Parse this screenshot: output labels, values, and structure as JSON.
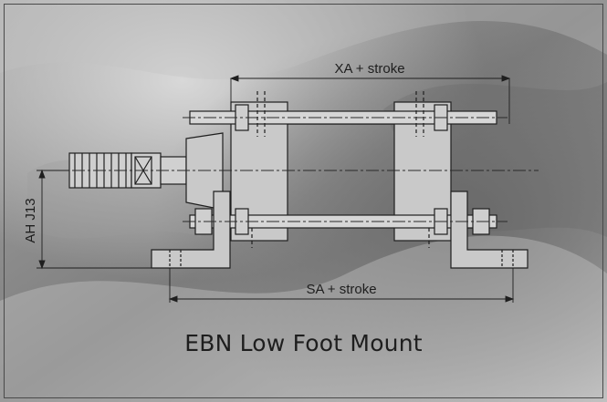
{
  "drawing": {
    "dimension_top": "XA + stroke",
    "dimension_bottom": "SA + stroke",
    "dimension_left": "AH J13"
  },
  "caption": "EBN Low Foot Mount",
  "colors": {
    "background": "#8c8c8c",
    "line": "#1f1f1f",
    "part_fill": "#c9c9c9",
    "text": "#1e1e1e"
  }
}
